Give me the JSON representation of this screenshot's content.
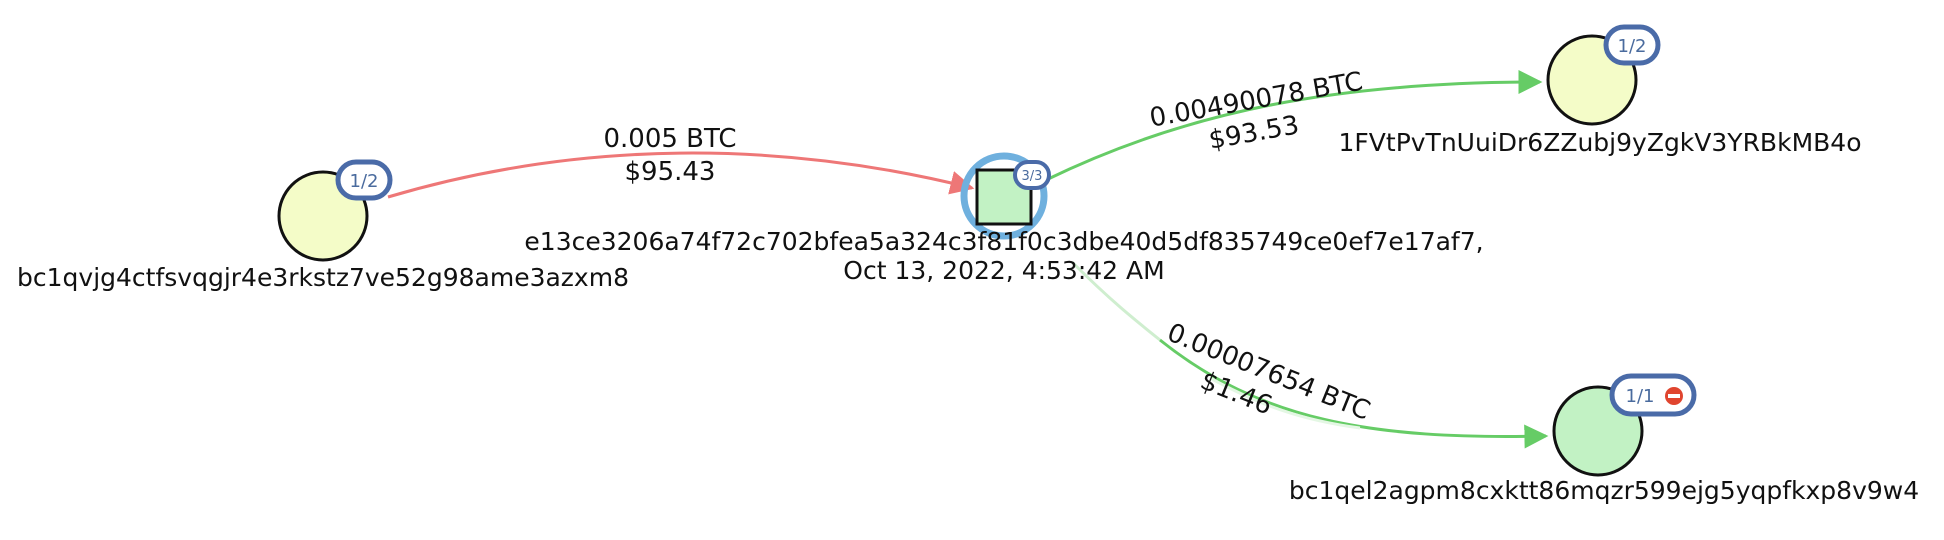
{
  "colors": {
    "edge_in": "#ee7777",
    "edge_out": "#66cc66",
    "edge_out_faded": "#cfeecf",
    "address_node_fill": "#f4fcc8",
    "spent_address_fill": "#c2f2c4",
    "tx_node_fill": "#c2f2c4",
    "tx_halo": "#6fb0de",
    "badge_border": "#4a6ba8",
    "stop_icon": "#e0452f"
  },
  "transaction": {
    "txid": "e13ce3206a74f72c702bfea5a324c3f81f0c3dbe40d5df835749ce0ef7e17af7,",
    "timestamp": "Oct 13, 2022, 4:53:42 AM",
    "badge": "3/3"
  },
  "addresses": {
    "input": {
      "address": "bc1qvjg4ctfsvqgjr4e3rkstz7ve52g98ame3azxm8",
      "badge": "1/2"
    },
    "output_top": {
      "address": "1FVtPvTnUuiDr6ZZubj9yZgkV3YRBkMB4o",
      "badge": "1/2"
    },
    "output_bottom": {
      "address": "bc1qel2agpm8cxktt86mqzr599ejg5yqpfkxp8v9w4",
      "badge": "1/1",
      "status_icon": "stop-icon"
    }
  },
  "edges": {
    "input_edge": {
      "amount": "0.005 BTC",
      "fiat": "$95.43"
    },
    "output_top_edge": {
      "amount": "0.00490078 BTC",
      "fiat": "$93.53"
    },
    "output_bottom_edge": {
      "amount": "0.00007654 BTC",
      "fiat": "$1.46"
    }
  }
}
